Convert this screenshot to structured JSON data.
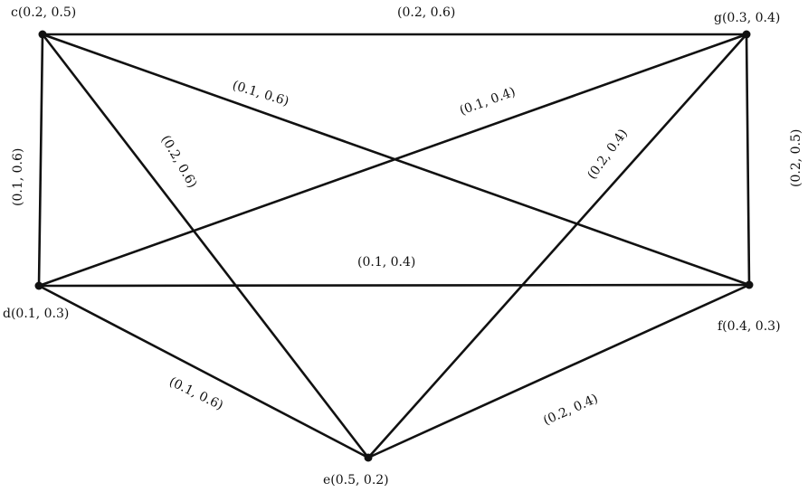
{
  "diagram": {
    "nodes": [
      {
        "id": "c",
        "label": "c(0.2, 0.5)"
      },
      {
        "id": "g",
        "label": "g(0.3, 0.4)"
      },
      {
        "id": "d",
        "label": "d(0.1, 0.3)"
      },
      {
        "id": "f",
        "label": "f(0.4, 0.3)"
      },
      {
        "id": "e",
        "label": "e(0.5, 0.2)"
      }
    ],
    "edges": [
      {
        "id": "cg",
        "from": "c",
        "to": "g",
        "label": "(0.2, 0.6)"
      },
      {
        "id": "cd",
        "from": "c",
        "to": "d",
        "label": "(0.1, 0.6)"
      },
      {
        "id": "cf",
        "from": "c",
        "to": "f",
        "label": "(0.1, 0.6)"
      },
      {
        "id": "ce",
        "from": "c",
        "to": "e",
        "label": "(0.2, 0.6)"
      },
      {
        "id": "gd",
        "from": "g",
        "to": "d",
        "label": "(0.1, 0.4)"
      },
      {
        "id": "ge",
        "from": "g",
        "to": "e",
        "label": "(0.2, 0.4)"
      },
      {
        "id": "gf",
        "from": "g",
        "to": "f",
        "label": "(0.2, 0.5)"
      },
      {
        "id": "df",
        "from": "d",
        "to": "f",
        "label": "(0.1, 0.4)"
      },
      {
        "id": "de",
        "from": "d",
        "to": "e",
        "label": "(0.1, 0.6)"
      },
      {
        "id": "fe",
        "from": "f",
        "to": "e",
        "label": "(0.2, 0.4)"
      }
    ]
  }
}
